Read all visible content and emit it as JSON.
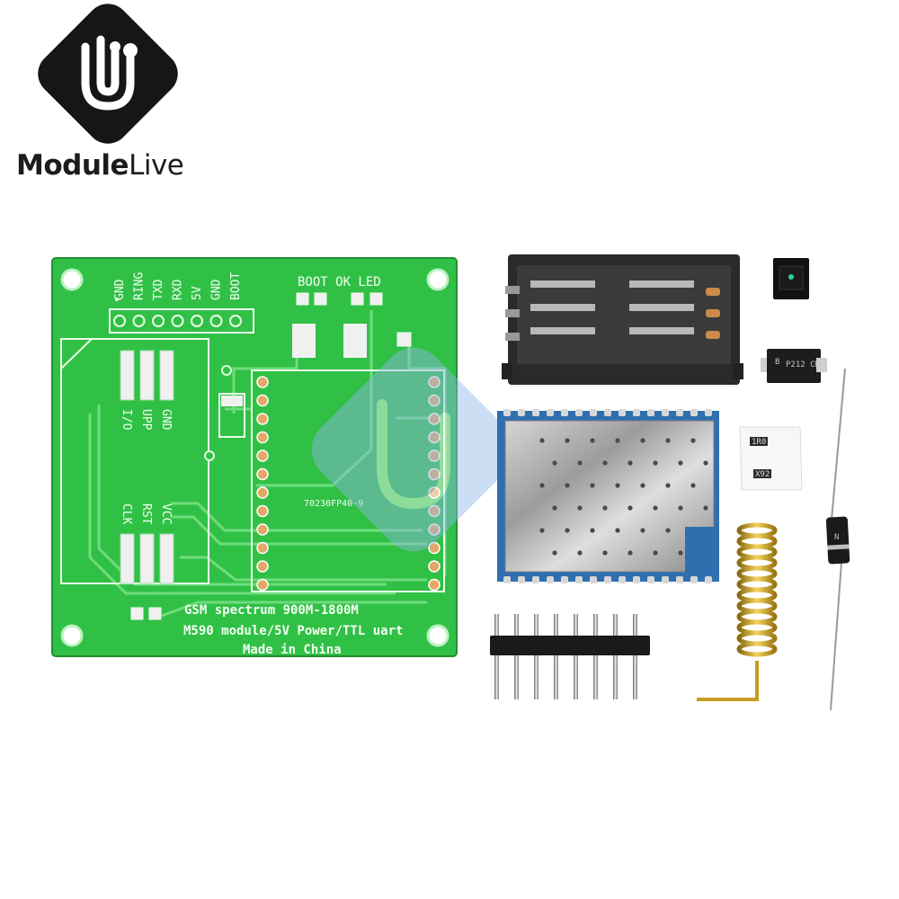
{
  "brand": {
    "name_part1": "Module",
    "name_part2": "Live"
  },
  "pcb": {
    "header_pins": [
      "GND",
      "RING",
      "TXD",
      "RXD",
      "5V",
      "GND",
      "BOOT"
    ],
    "boot_label": "BOOT OK LED",
    "sim_pins_top": [
      "I/O",
      "UPP",
      "GND"
    ],
    "sim_pins_bottom": [
      "CLK",
      "RST",
      "VCC"
    ],
    "module_code": "70230FP40-9",
    "line1": "GSM spectrum 900M-1800M",
    "line2": "M590 module/5V Power/TTL uart",
    "line3": "Made in China"
  },
  "components": {
    "diode_smd_marking": "P212 CM",
    "diode_smd_logo": "B",
    "resistor_a": "1R0",
    "resistor_b": "X92",
    "rectifier_marking": "N"
  },
  "colors": {
    "pcb_green": "#33c24a",
    "pcb_light": "#7fe28a",
    "silkscreen": "#f2fff2",
    "brand_dark": "#1c1c1c",
    "watermark": "#5a8fd0"
  }
}
